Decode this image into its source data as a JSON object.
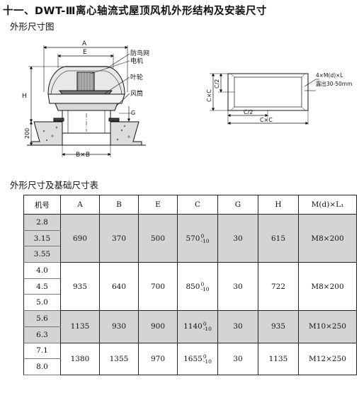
{
  "title": "十一、DWT-Ⅲ离心轴流式屋顶风机外形结构及安装尺寸",
  "section_outline": "外形尺寸图",
  "section_table": "外形尺寸及基础尺寸表",
  "drawing": {
    "dim_A": "A",
    "dim_E": "E",
    "dim_H": "H",
    "dim_G": "G",
    "dim_200": "200",
    "dim_BxB": "B×B",
    "label_mesh": "防鸟网",
    "label_motor": "电机",
    "label_impeller": "叶轮",
    "label_duct": "风筒",
    "dim_CxC_v": "C×C",
    "dim_C2_v": "C/2",
    "dim_C2_h": "C/2",
    "dim_CxC_h": "C×C",
    "bolt_note_1": "4×M(d)×L",
    "bolt_note_2": "露出30-50mm"
  },
  "table": {
    "headers": [
      "机号",
      "A",
      "B",
      "E",
      "C",
      "G",
      "H",
      "M(d)×L₁"
    ],
    "groups": [
      {
        "models": [
          "2.8",
          "3.15",
          "3.55"
        ],
        "A": "690",
        "B": "370",
        "E": "500",
        "C": "570",
        "C_tol_top": "0",
        "C_tol_bot": "-10",
        "G": "30",
        "H": "615",
        "ML": "M8×200"
      },
      {
        "models": [
          "4.0",
          "4.5",
          "5.0"
        ],
        "A": "935",
        "B": "640",
        "E": "700",
        "C": "850",
        "C_tol_top": "0",
        "C_tol_bot": "-10",
        "G": "30",
        "H": "722",
        "ML": "M8×200"
      },
      {
        "models": [
          "5.6",
          "6.3"
        ],
        "A": "1135",
        "B": "930",
        "E": "900",
        "C": "1140",
        "C_tol_top": "0",
        "C_tol_bot": "-10",
        "G": "30",
        "H": "935",
        "ML": "M10×250"
      },
      {
        "models": [
          "7.1",
          "8.0"
        ],
        "A": "1380",
        "B": "1355",
        "E": "970",
        "C": "1655",
        "C_tol_top": "0",
        "C_tol_bot": "-10",
        "G": "30",
        "H": "1135",
        "ML": "M12×250"
      }
    ]
  }
}
